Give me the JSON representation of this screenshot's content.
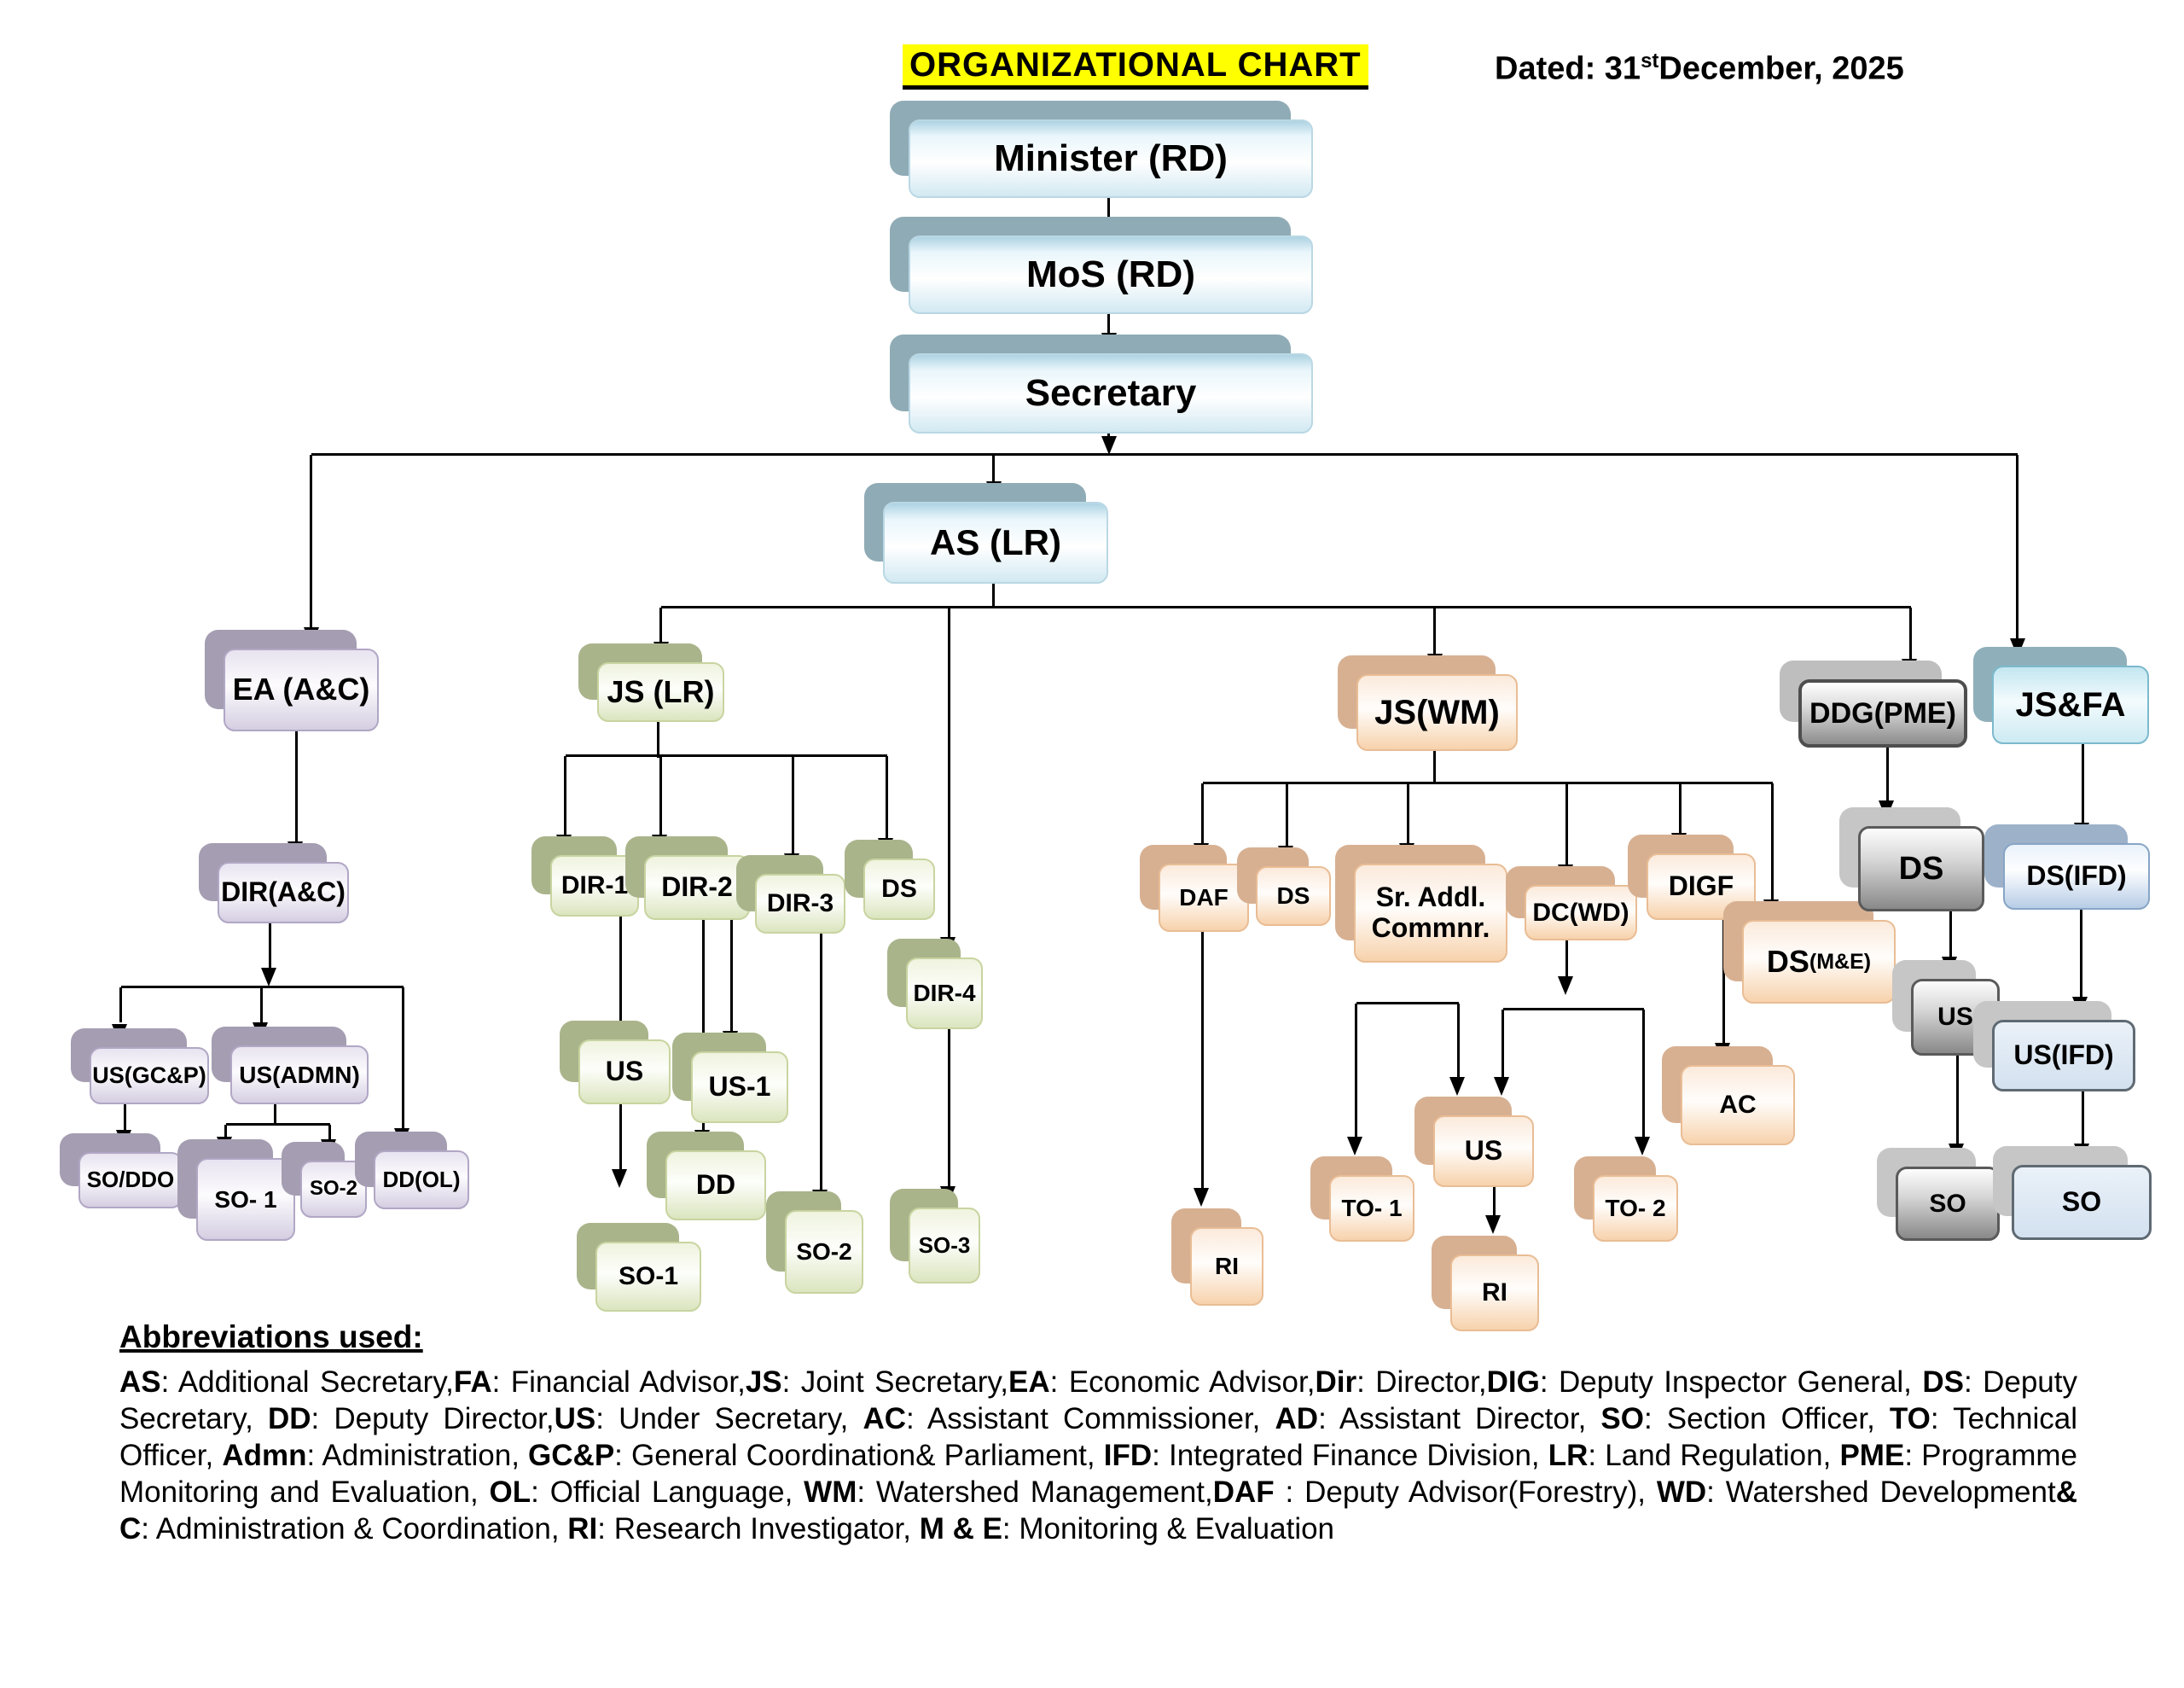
{
  "header": {
    "title": "ORGANIZATIONAL CHART",
    "dated_prefix": "Dated: 31",
    "dated_sup": "st",
    "dated_suffix": "December, 2025"
  },
  "colors": {
    "title_highlight": "#ffff00",
    "cyan_box": "#d2e9f2",
    "purple_box": "#d5cee2",
    "green_box": "#dbe5bf",
    "orange_box": "#f7d2ac",
    "gray_box": "#8c8c8c",
    "steel_box": "#b7cde6",
    "line": "#000000"
  },
  "nodes": {
    "minister": "Minister (RD)",
    "mos": "MoS (RD)",
    "secretary": "Secretary",
    "as_lr": "AS (LR)",
    "ea": "EA (A&C)",
    "dir_ac": "DIR(A&C)",
    "us_gcp": "US(GC&P)",
    "us_admn": "US(ADMN)",
    "so_ddo": "SO/DDO",
    "so1p": "SO- 1",
    "so2p": "SO-2",
    "dd_ol": "DD(OL)",
    "js_lr": "JS (LR)",
    "dir1": "DIR-1",
    "dir2": "DIR-2",
    "dir3": "DIR-3",
    "ds_g": "DS",
    "us_g": "US",
    "us1_g": "US-1",
    "dd_g": "DD",
    "so1_g": "SO-1",
    "so2_g": "SO-2",
    "dir4": "DIR-4",
    "so3": "SO-3",
    "js_wm": "JS(WM)",
    "daf": "DAF",
    "ds_o": "DS",
    "sr_addl": "Sr. Addl.\nCommnr.",
    "dc_wd": "DC(WD)",
    "digf": "DIGF",
    "dsme_main": "DS",
    "dsme_sub": "(M&E)",
    "ac": "AC",
    "to1": "TO- 1",
    "to2": "TO- 2",
    "us_wm": "US",
    "ri1": "RI",
    "ri2": "RI",
    "ddg": "DDG(PME)",
    "ds_gr": "DS",
    "us_gr": "US",
    "so_gr": "SO",
    "jsfa": "JS&FA",
    "ds_ifd": "DS(IFD)",
    "us_ifd": "US(IFD)",
    "so_b": "SO"
  },
  "abbreviations": {
    "heading": "Abbreviations used:",
    "segments": [
      {
        "b": 1,
        "t": "AS"
      },
      {
        "t": ": Additional Secretary,"
      },
      {
        "b": 1,
        "t": "FA"
      },
      {
        "t": ": Financial Advisor,"
      },
      {
        "b": 1,
        "t": "JS"
      },
      {
        "t": ": Joint Secretary,"
      },
      {
        "b": 1,
        "t": "EA"
      },
      {
        "t": ": Economic Advisor,"
      },
      {
        "b": 1,
        "t": "Dir"
      },
      {
        "t": ": Director,"
      },
      {
        "b": 1,
        "t": "DIG"
      },
      {
        "t": ": Deputy Inspector General, "
      },
      {
        "b": 1,
        "t": "DS"
      },
      {
        "t": ": Deputy Secretary,   "
      },
      {
        "b": 1,
        "t": "DD"
      },
      {
        "t": ": Deputy Director,"
      },
      {
        "b": 1,
        "t": "US"
      },
      {
        "t": ": Under Secretary,  "
      },
      {
        "b": 1,
        "t": "AC"
      },
      {
        "t": ": Assistant Commissioner,  "
      },
      {
        "b": 1,
        "t": "AD"
      },
      {
        "t": ": Assistant Director,   "
      },
      {
        "b": 1,
        "t": "SO"
      },
      {
        "t": ": Section Officer, "
      },
      {
        "b": 1,
        "t": "TO"
      },
      {
        "t": ": Technical Officer,  "
      },
      {
        "b": 1,
        "t": "Admn"
      },
      {
        "t": ":  Administration,  "
      },
      {
        "b": 1,
        "t": "GC&P"
      },
      {
        "t": ": General Coordination& Parliament, "
      },
      {
        "b": 1,
        "t": "IFD"
      },
      {
        "t": ": Integrated Finance Division, "
      },
      {
        "b": 1,
        "t": "LR"
      },
      {
        "t": ": Land Regulation, "
      },
      {
        "b": 1,
        "t": "PME"
      },
      {
        "t": ": Programme Monitoring and Evaluation,  "
      },
      {
        "b": 1,
        "t": "OL"
      },
      {
        "t": ": Official Language, "
      },
      {
        "b": 1,
        "t": "WM"
      },
      {
        "t": ": Watershed Management,"
      },
      {
        "b": 1,
        "t": "DAF"
      },
      {
        "t": " : Deputy Advisor(Forestry), "
      },
      {
        "b": 1,
        "t": "WD"
      },
      {
        "t": ": Watershed Development"
      },
      {
        "b": 1,
        "t": "& C"
      },
      {
        "t": ": Administration & Coordination, "
      },
      {
        "b": 1,
        "t": "RI"
      },
      {
        "t": ": Research Investigator, "
      },
      {
        "b": 1,
        "t": "M & E"
      },
      {
        "t": ": Monitoring & Evaluation"
      }
    ]
  }
}
